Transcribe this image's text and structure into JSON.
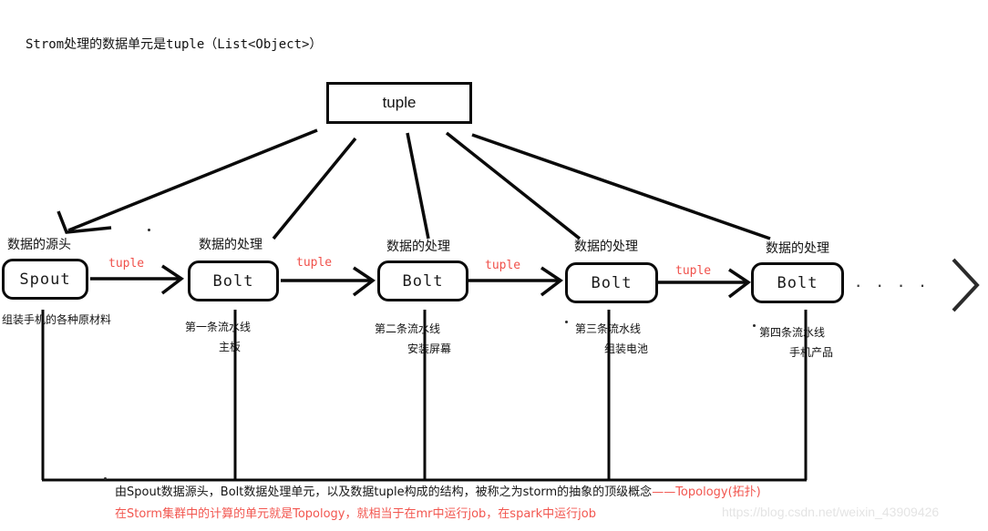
{
  "page": {
    "title_text": "Strom处理的数据单元是tuple（List<Object>）",
    "watermark": "https://blog.csdn.net/weixin_43909426"
  },
  "tuple_box": {
    "label": "tuple"
  },
  "nodes": [
    {
      "id": "spout",
      "label": "Spout",
      "cap_label": "数据的源头",
      "sub_label_1": "组装手机的各种原材料",
      "sub_label_2": ""
    },
    {
      "id": "bolt-1",
      "label": "Bolt",
      "cap_label": "数据的处理",
      "sub_label_1": "第一条流水线",
      "sub_label_2": "主板"
    },
    {
      "id": "bolt-2",
      "label": "Bolt",
      "cap_label": "数据的处理",
      "sub_label_1": "第二条流水线",
      "sub_label_2": "安装屏幕"
    },
    {
      "id": "bolt-3",
      "label": "Bolt",
      "cap_label": "数据的处理",
      "sub_label_1": "第三条流水线",
      "sub_label_2": "组装电池"
    },
    {
      "id": "bolt-4",
      "label": "Bolt",
      "cap_label": "数据的处理",
      "sub_label_1": "第四条流水线",
      "sub_label_2": "手机产品"
    }
  ],
  "edges": [
    {
      "id": "edge-1",
      "label": "tuple"
    },
    {
      "id": "edge-2",
      "label": "tuple"
    },
    {
      "id": "edge-3",
      "label": "tuple"
    },
    {
      "id": "edge-4",
      "label": "tuple"
    }
  ],
  "ellipsis": "· · · ·",
  "caption": {
    "main_black": "由Spout数据源头，Bolt数据处理单元，以及数据tuple构成的结构，被称之为storm的抽象的顶级概念",
    "main_red": "——Topology(拓扑)",
    "red_line": "在Storm集群中的计算的单元就是Topology，就相当于在mr中运行job，在spark中运行job"
  },
  "colors": {
    "ink": "#0a0a0a",
    "accent_red": "#f2564f",
    "watermark": "#e4e4e4"
  }
}
